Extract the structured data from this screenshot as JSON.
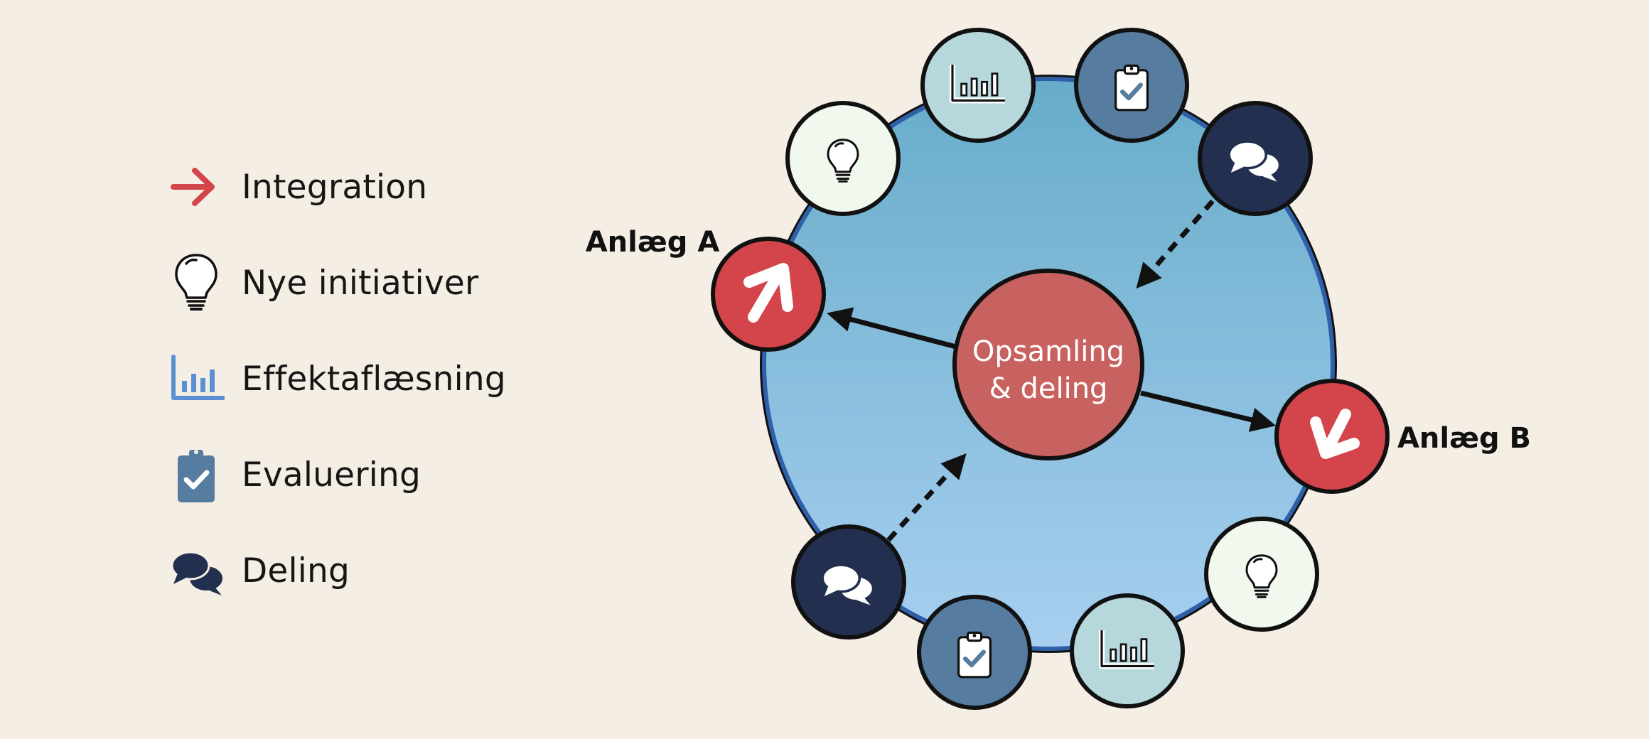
{
  "legend": {
    "items": [
      {
        "icon": "arrow-right-icon",
        "label": "Integration"
      },
      {
        "icon": "lightbulb-icon",
        "label": "Nye initiativer"
      },
      {
        "icon": "bar-chart-icon",
        "label": "Effektaflæsning"
      },
      {
        "icon": "clipboard-check-icon",
        "label": "Evaluering"
      },
      {
        "icon": "chat-bubbles-icon",
        "label": "Deling"
      }
    ]
  },
  "diagram": {
    "center": {
      "line1": "Opsamling",
      "line2": "& deling"
    },
    "site_a": "Anlæg A",
    "site_b": "Anlæg B"
  },
  "colors": {
    "background": "#f4eee4",
    "cycle_fill_top": "#67acc9",
    "cycle_fill_bottom": "#a7cff0",
    "cycle_outline": "#2f5fa8",
    "center": "#c86260",
    "integration": "#d3444b",
    "initiatives": "#f1f8ee",
    "effect": "#b6d8dc",
    "evaluation": "#567d9f",
    "sharing": "#222f4f"
  }
}
